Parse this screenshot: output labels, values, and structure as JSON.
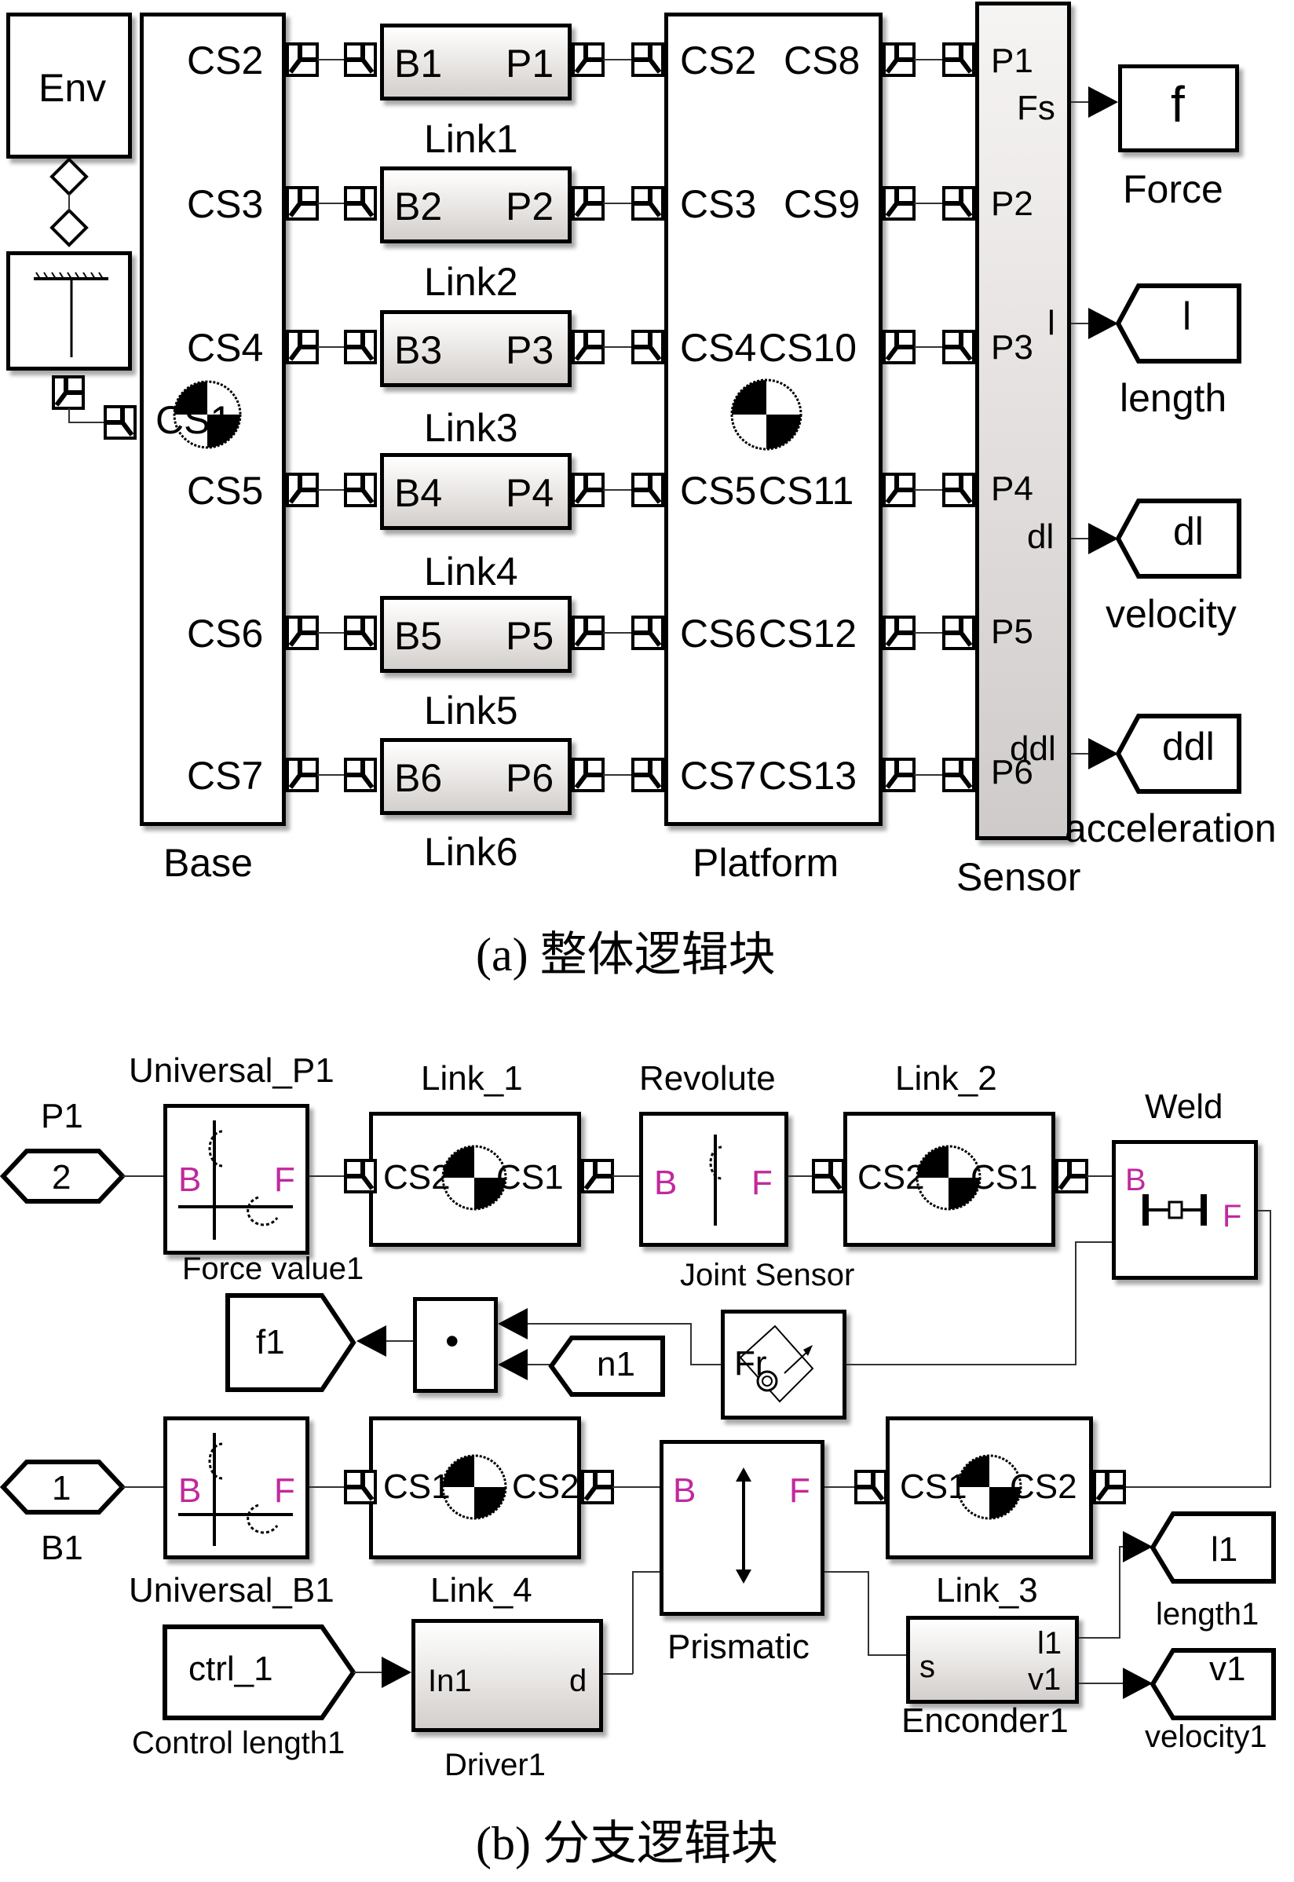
{
  "figure_a": {
    "caption": "(a) 整体逻辑块",
    "env": {
      "label": "Env"
    },
    "ground": {
      "icon": "ground-icon"
    },
    "base": {
      "name": "Base",
      "ports": [
        "CS2",
        "CS3",
        "CS4",
        "CS5",
        "CS6",
        "CS7"
      ],
      "left_port": "CS1"
    },
    "links": [
      {
        "name": "Link1",
        "left": "B1",
        "right": "P1"
      },
      {
        "name": "Link2",
        "left": "B2",
        "right": "P2"
      },
      {
        "name": "Link3",
        "left": "B3",
        "right": "P3"
      },
      {
        "name": "Link4",
        "left": "B4",
        "right": "P4"
      },
      {
        "name": "Link5",
        "left": "B5",
        "right": "P5"
      },
      {
        "name": "Link6",
        "left": "B6",
        "right": "P6"
      }
    ],
    "platform": {
      "name": "Platform",
      "left_ports": [
        "CS2",
        "CS3",
        "CS4",
        "CS5",
        "CS6",
        "CS7"
      ],
      "right_ports": [
        "CS8",
        "CS9",
        "CS10",
        "CS11",
        "CS12",
        "CS13"
      ]
    },
    "sensor": {
      "name": "Sensor",
      "inputs": [
        "P1",
        "P2",
        "P3",
        "P4",
        "P5",
        "P6"
      ],
      "outputs": [
        "Fs",
        "l",
        "dl",
        "ddl"
      ]
    },
    "outputs": [
      {
        "tag": "f",
        "name": "Force",
        "shape": "scope"
      },
      {
        "tag": "l",
        "name": "length",
        "shape": "goto"
      },
      {
        "tag": "dl",
        "name": "velocity",
        "shape": "goto"
      },
      {
        "tag": "ddl",
        "name": "acceleration",
        "shape": "goto"
      }
    ]
  },
  "figure_b": {
    "caption": "(b) 分支逻辑块",
    "inport_p1": {
      "value": "2",
      "name": "P1"
    },
    "inport_b1": {
      "value": "1",
      "name": "B1"
    },
    "universal_p1": {
      "name": "Universal_P1",
      "b": "B",
      "f": "F"
    },
    "universal_b1": {
      "name": "Universal_B1",
      "b": "B",
      "f": "F"
    },
    "link_1": {
      "name": "Link_1",
      "left": "CS2",
      "right": "CS1"
    },
    "revolute": {
      "name": "Revolute",
      "b": "B",
      "f": "F"
    },
    "link_2": {
      "name": "Link_2",
      "left": "CS2",
      "right": "CS1"
    },
    "weld": {
      "name": "Weld",
      "b": "B",
      "f": "F"
    },
    "force_value": {
      "name": "Force value1",
      "tag": "f1"
    },
    "dot_product": {
      "symbol": "•"
    },
    "from_n1": {
      "tag": "n1"
    },
    "joint_sensor": {
      "name": "Joint Sensor",
      "icon_text": "Fr"
    },
    "link_4": {
      "name": "Link_4",
      "left": "CS1",
      "right": "CS2"
    },
    "prismatic": {
      "name": "Prismatic",
      "b": "B",
      "f": "F"
    },
    "link_3": {
      "name": "Link_3",
      "left": "CS1",
      "right": "CS2"
    },
    "control": {
      "tag": "ctrl_1",
      "name": "Control length1"
    },
    "driver": {
      "name": "Driver1",
      "in": "In1",
      "out": "d"
    },
    "encoder": {
      "name": "Enconder1",
      "in": "s",
      "out1": "l1",
      "out2": "v1"
    },
    "goto_l1": {
      "tag": "l1",
      "name": "length1"
    },
    "goto_v1": {
      "tag": "v1",
      "name": "velocity1"
    }
  },
  "colors": {
    "port_label": "#c2289c",
    "block_border": "#000000",
    "link_fill_bottom": "#d2cfcd"
  }
}
